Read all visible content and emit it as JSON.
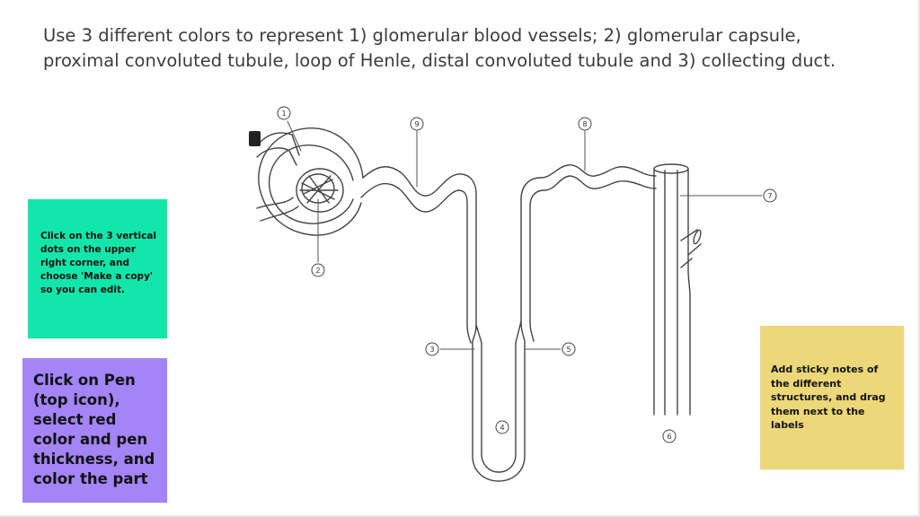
{
  "slide": {
    "instruction_line_1": "Use 3 different colors to represent 1) glomerular blood vessels; 2) glomerular capsule,",
    "instruction_line_2": "proximal convoluted tubule, loop of Henle, distal convoluted tubule and 3) collecting duct."
  },
  "notes": {
    "green": {
      "text": "Click on the 3 vertical dots on the upper right corner, and choose 'Make a copy' so you can edit.",
      "color": "#12e6ab"
    },
    "purple": {
      "text": "Click on Pen (top icon), select red color and pen thickness, and color the part",
      "color": "#a385f7"
    },
    "yellow": {
      "text": "Add sticky notes of the different structures, and drag them next to the labels",
      "color": "#ecd879"
    }
  },
  "diagram": {
    "labels": [
      "1",
      "2",
      "3",
      "4",
      "5",
      "6",
      "7",
      "8",
      "9"
    ]
  }
}
